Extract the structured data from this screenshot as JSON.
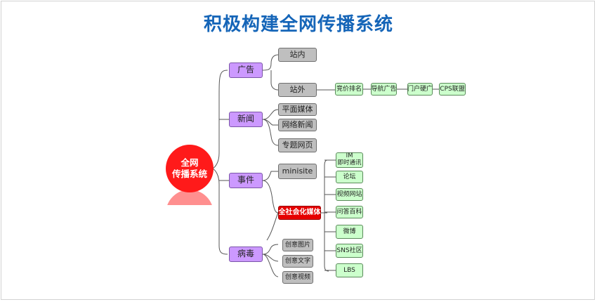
{
  "title": "积极构建全网传播系统",
  "center": {
    "line1": "全网",
    "line2": "传播系统"
  },
  "categories": {
    "ad": "广告",
    "news": "新闻",
    "event": "事件",
    "virus": "病毒"
  },
  "ad_items": {
    "inner": "站内",
    "outer": "站外"
  },
  "ad_chain": [
    "竞价排名",
    "导航广告",
    "门户硬广",
    "CPS联盟"
  ],
  "news_items": [
    "平面媒体",
    "网络新闻",
    "专题网页"
  ],
  "event_items": {
    "minisite": "minisite",
    "social": "全社会化媒体"
  },
  "social_items": [
    "IM\n即时通讯",
    "论坛",
    "视频网站",
    "问答百科",
    "微博",
    "SNS社区",
    "LBS"
  ],
  "virus_items": [
    "创意图片",
    "创意文字",
    "创意视频"
  ],
  "colors": {
    "title": "#1565b8",
    "category": "#cc99ff",
    "grey_node": "#bfbfbf",
    "green_node": "#ccffcc",
    "red_node": "#e60000",
    "center": "#ff1a1a"
  }
}
